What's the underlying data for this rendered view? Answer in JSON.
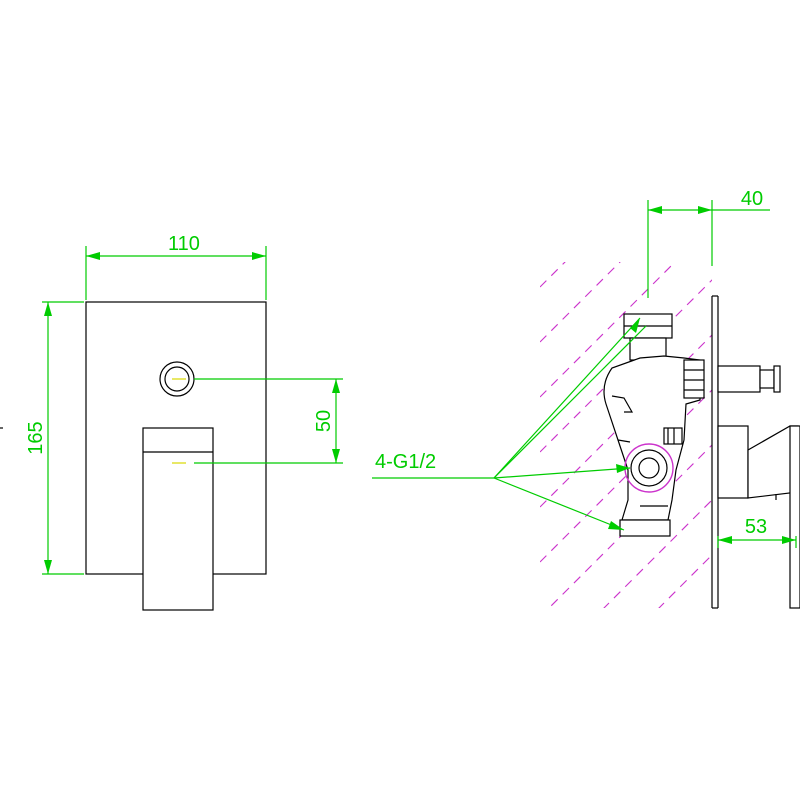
{
  "dimensions": {
    "plate_width": "110",
    "plate_height": "165",
    "knob_offset": "50",
    "wall_offset": "40",
    "projection": "53",
    "connection_label": "4-G1/2"
  },
  "colors": {
    "dimension": "#00cc00",
    "object": "#000000",
    "hatch": "#cc33cc",
    "centreline": "#d9d900",
    "background": "#ffffff"
  }
}
